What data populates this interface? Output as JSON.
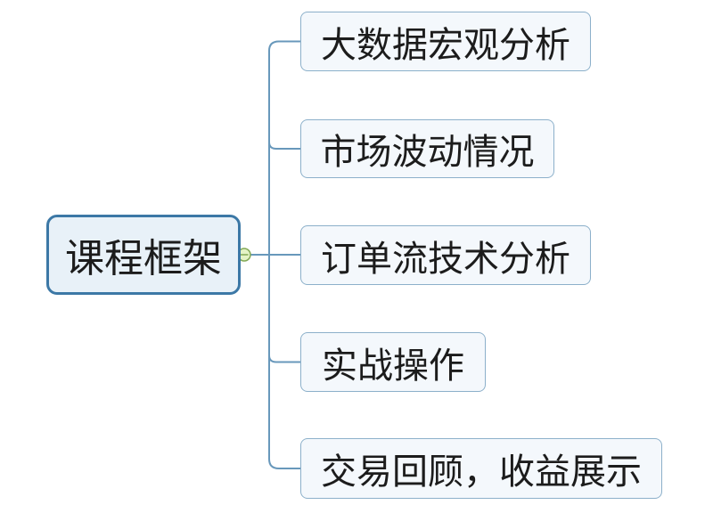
{
  "diagram": {
    "type": "mindmap",
    "root": {
      "label": "课程框架"
    },
    "children": [
      {
        "label": "大数据宏观分析"
      },
      {
        "label": "市场波动情况"
      },
      {
        "label": "订单流技术分析"
      },
      {
        "label": "实战操作"
      },
      {
        "label": "交易回顾，收益展示"
      }
    ],
    "collapse_handle": {
      "state": "expanded",
      "glyph": "minus"
    }
  },
  "theme": {
    "background": "#ffffff",
    "root_fill": "#e8f1f8",
    "root_border": "#3c78a6",
    "child_fill": "#f4f8fc",
    "child_border": "#8cb0ca",
    "connector": "#6898bb",
    "handle_fill": "#e5f3c6",
    "handle_border": "#82a855",
    "text": "#1c1c1c"
  }
}
